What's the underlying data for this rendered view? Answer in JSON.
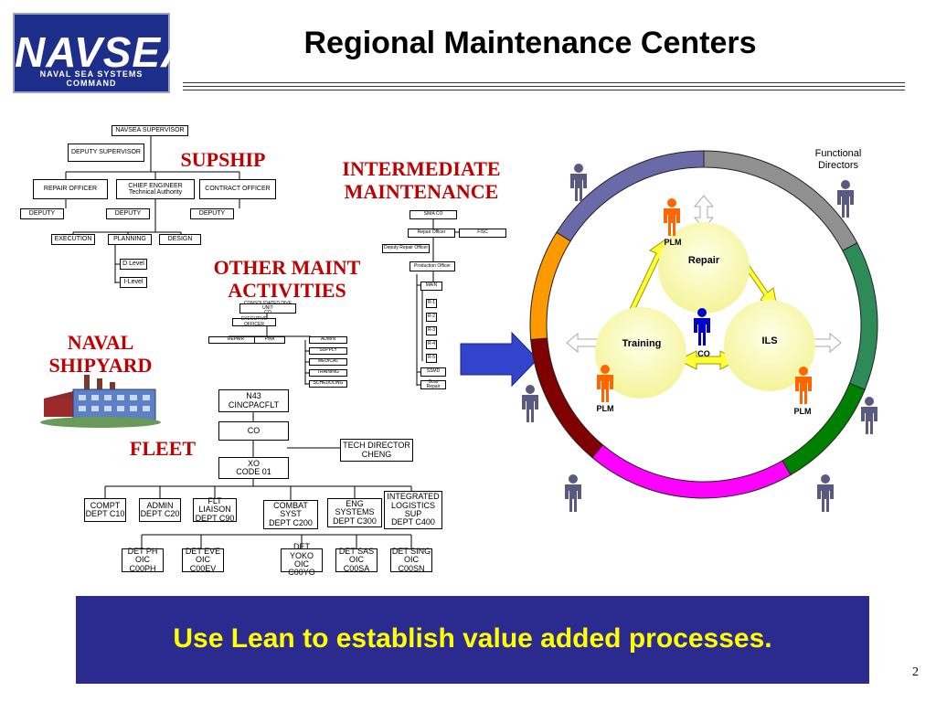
{
  "logo": {
    "text": "NAVSEA",
    "subtitle": "NAVAL SEA SYSTEMS COMMAND"
  },
  "title": "Regional Maintenance Centers",
  "labels": {
    "supship": "SUPSHIP",
    "intermediate": "INTERMEDIATE\nMAINTENANCE",
    "other": "OTHER MAINT\nACTIVITIES",
    "naval_shipyard": "NAVAL\nSHIPYARD",
    "fleet": "FLEET"
  },
  "supship_chart": {
    "supervisor": "NAVSEA SUPERVISOR",
    "deputy_supervisor": "DEPUTY SUPERVISOR",
    "repair_officer": "REPAIR OFFICER",
    "chief_engineer": "CHIEF ENGINEER",
    "technical_authority": "Technical Authority",
    "contract_officer": "CONTRACT OFFICER",
    "deputy": "DEPUTY",
    "execution": "EXECUTION",
    "planning": "PLANNING",
    "design": "DESIGN",
    "d_level": "D Level",
    "i_level": "I-Level"
  },
  "ima_chart": {
    "sima_co": "SIMA CO",
    "repair_officer": "Repair Officer",
    "fisc": "FISC",
    "deputy_repair": "Deputy Repair Officer",
    "production": "Production Officer",
    "main": "MAIN",
    "r_items": [
      "R-1",
      "R-2",
      "R-3",
      "R-4",
      "R-5"
    ],
    "ssmd": "SSMD",
    "boat_repair": "Boat Repair"
  },
  "other_chart": {
    "consolidated": "CONSOLIDATED DIVE UNIT\nCO",
    "executive": "EXECUTIVE OFFICER",
    "repair": "REPAIR",
    "pma": "PMA",
    "admin": "ADMIN",
    "supply": "SUPPLY",
    "medical": "MEDICAL",
    "training": "TRAINING",
    "scheduling": "SCHEDULING"
  },
  "fleet_chart": {
    "n43": "N43\nCINCPACFLT",
    "co": "CO",
    "tech_director": "TECH DIRECTOR\nCHENG",
    "xo": "XO\nCODE 01",
    "depts": [
      "COMPT\nDEPT C10",
      "ADMIN\nDEPT C20",
      "FLT LIAISON\nDEPT C90",
      "COMBAT SYST\nDEPT C200",
      "ENG SYSTEMS\nDEPT C300",
      "INTEGRATED\nLOGISTICS SUP\nDEPT C400"
    ],
    "dets": [
      "DET PH\nOIC C00PH",
      "DET EVE\nOIC C00EV",
      "DET YOKO\nOIC C00YO",
      "DET SAS\nOIC C00SA",
      "DET SING\nOIC C00SN"
    ]
  },
  "wheel": {
    "functional_directors": "Functional\nDirectors",
    "repair": "Repair",
    "training": "Training",
    "ils": "ILS",
    "co": "CO",
    "plm": "PLM",
    "segment_colors": [
      "#6a6aa8",
      "#909090",
      "#2e8b57",
      "#008000",
      "#ff00ff",
      "#800000",
      "#ff9900"
    ]
  },
  "banner": "Use Lean to establish value added processes.",
  "page_number": "2"
}
